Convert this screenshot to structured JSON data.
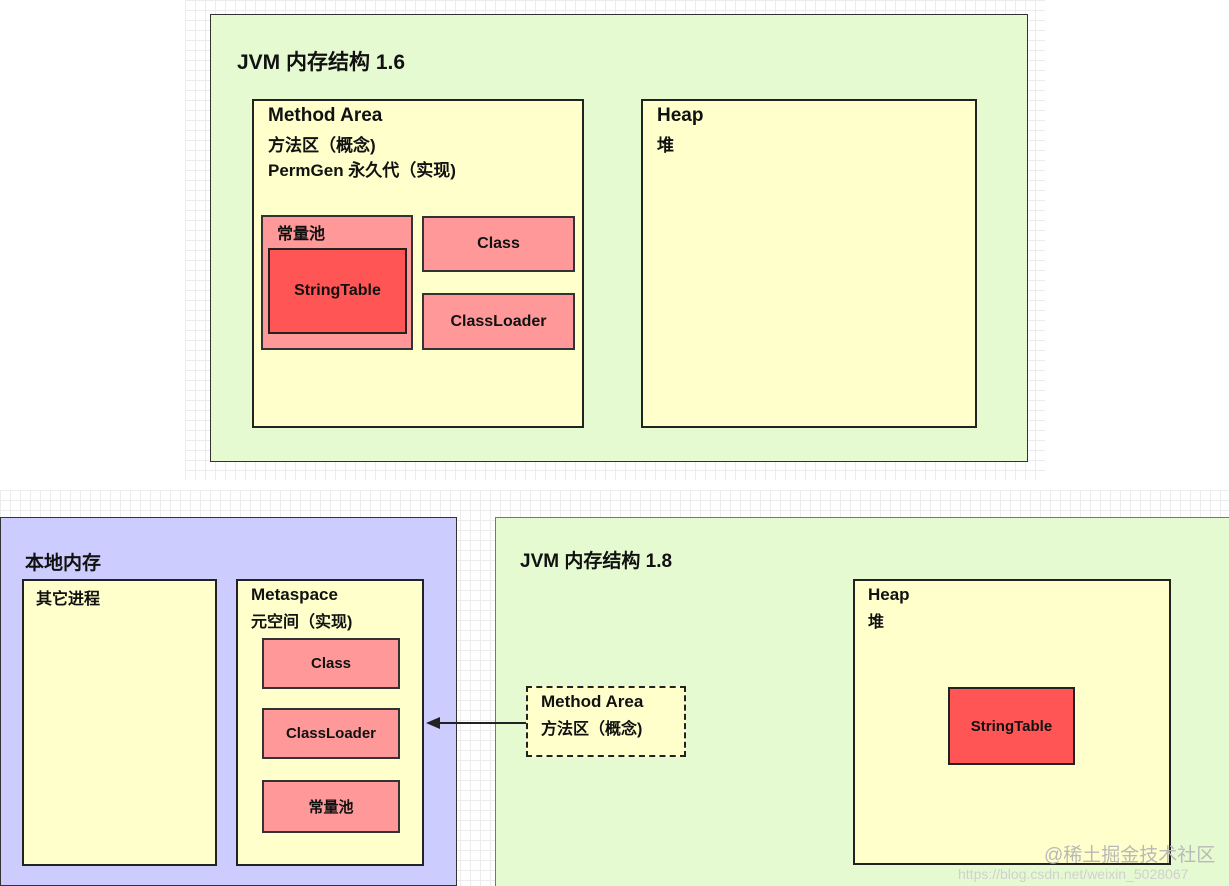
{
  "jvm16": {
    "title": "JVM 内存结构 1.6",
    "method_area": {
      "line1": "Method Area",
      "line2": "方法区（概念)",
      "line3": "PermGen 永久代（实现)",
      "constant_pool": {
        "label": "常量池",
        "string_table": "StringTable"
      },
      "class": "Class",
      "class_loader": "ClassLoader"
    },
    "heap": {
      "line1": "Heap",
      "line2": "堆"
    }
  },
  "native_memory": {
    "title": "本地内存",
    "other_process": "其它进程",
    "metaspace": {
      "line1": "Metaspace",
      "line2": "元空间（实现)",
      "class": "Class",
      "class_loader": "ClassLoader",
      "constant_pool": "常量池"
    }
  },
  "jvm18": {
    "title": "JVM 内存结构 1.8",
    "method_area": {
      "line1": "Method Area",
      "line2": "方法区（概念)"
    },
    "heap": {
      "line1": "Heap",
      "line2": "堆",
      "string_table": "StringTable"
    }
  },
  "watermark": "@稀土掘金技术社区",
  "watermark_url": "https://blog.csdn.net/weixin_5028067",
  "colors": {
    "jvm_bg": "#e6fad2",
    "native_bg": "#ccccff",
    "area_bg": "#ffffcc",
    "pink": "#ff9999",
    "red": "#ff5555"
  }
}
